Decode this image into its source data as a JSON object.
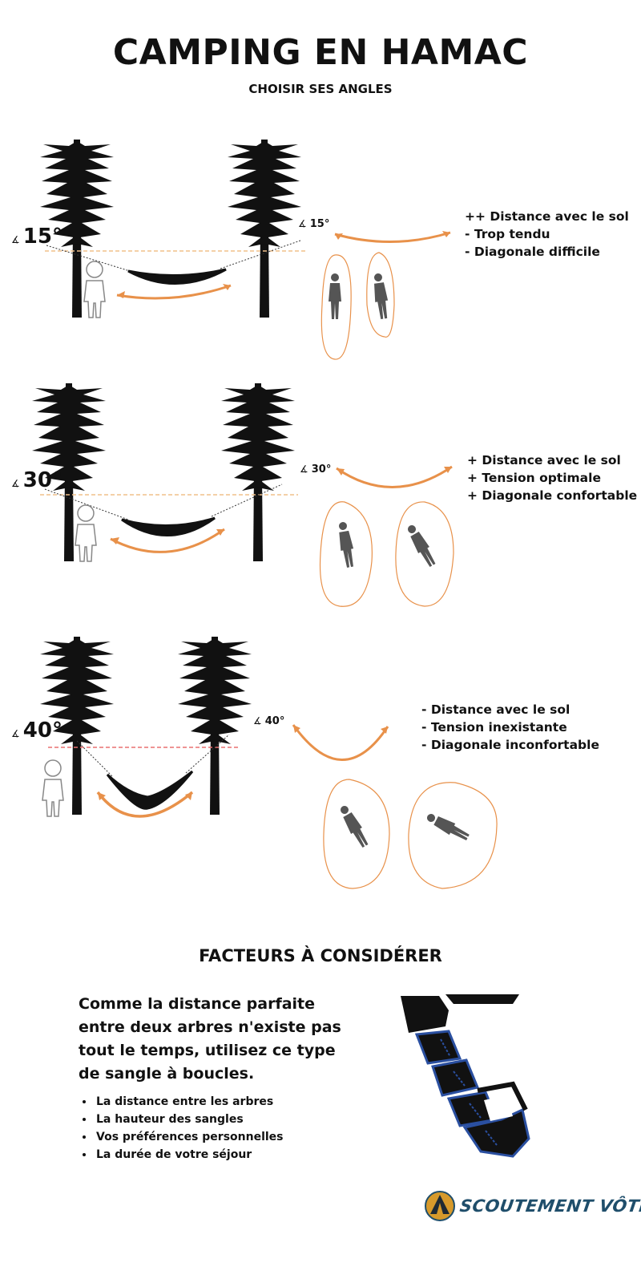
{
  "header": {
    "title": "CAMPING EN HAMAC",
    "subtitle": "CHOISIR SES ANGLES"
  },
  "rows": [
    {
      "angle": "15°",
      "angle_small": "15°",
      "notes": [
        "++ Distance avec le sol",
        "- Trop tendu",
        "- Diagonale difficile"
      ]
    },
    {
      "angle": "30°",
      "angle_small": "30°",
      "notes": [
        "+ Distance avec le sol",
        "+ Tension optimale",
        "+ Diagonale confortable"
      ]
    },
    {
      "angle": "40°",
      "angle_small": "40°",
      "notes": [
        "- Distance avec le sol",
        "- Tension inexistante",
        "- Diagonale inconfortable"
      ]
    }
  ],
  "factors": {
    "title": "FACTEURS À CONSIDÉRER",
    "paragraph": "Comme la distance parfaite entre deux arbres n'existe pas tout le temps, utilisez ce type de sangle à boucles.",
    "bullets": [
      "La distance entre les arbres",
      "La hauteur des sangles",
      "Vos préférences personnelles",
      "La durée de votre séjour"
    ]
  },
  "brand": {
    "name": "SCOUTEMENT VÔTRE"
  },
  "colors": {
    "accent_orange": "#e8914a",
    "dashed_orange": "#f0c08a",
    "dashed_red": "#e87070",
    "strap_blue": "#2a4fa0",
    "brand_blue": "#1f4e6b",
    "tree": "#111111",
    "figure": "#555555"
  },
  "icons": [
    "tree-icon",
    "person-outline-icon",
    "person-silhouette-icon",
    "angle-icon",
    "strap-loop-icon",
    "brand-logo-icon"
  ]
}
